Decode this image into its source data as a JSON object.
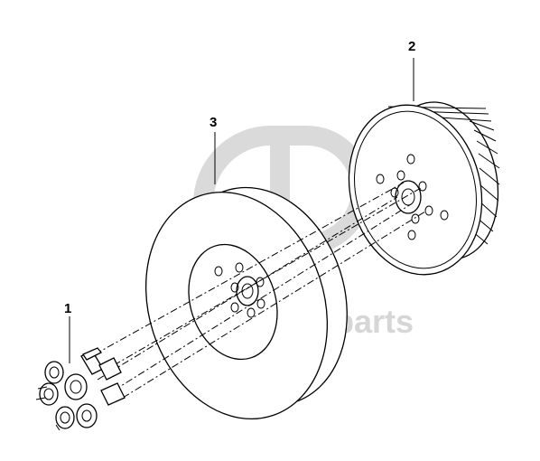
{
  "callouts": [
    {
      "id": "1",
      "label": "1"
    },
    {
      "id": "2",
      "label": "2"
    },
    {
      "id": "3",
      "label": "3"
    }
  ],
  "watermark": {
    "logo_letters": "GP",
    "text": "lotus-parts",
    "color": "#d6d6d6"
  },
  "colors": {
    "line": "#000000",
    "background": "#ffffff"
  }
}
